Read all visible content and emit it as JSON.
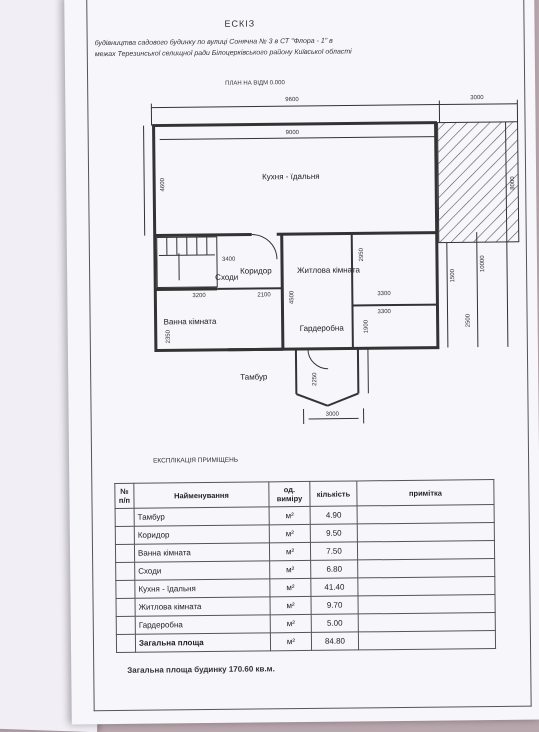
{
  "document": {
    "title": "ЕСКІЗ",
    "header_line1": "будівництва садового будинку по вулиці Сонячна  № 3  в  СТ \"Флора - 1\" в",
    "header_line2": "межах Терезинської селищної ради Білоцерківського району   Київської області",
    "plan_title": "ПЛАН НА ВІДМ   0.000"
  },
  "plan": {
    "rooms": {
      "kitchen": "Кухня - їдальня",
      "corridor": "Коридор",
      "stairs": "Сходи",
      "living": "Житлова кімната",
      "bath": "Ванна кімната",
      "wardrobe": "Гардеробна",
      "vestibule": "Тамбур"
    },
    "dims": {
      "d9600": "9600",
      "d3000top": "3000",
      "d9000": "9000",
      "d4600": "4600",
      "d3400": "3400",
      "d2950": "2950",
      "d3200": "3200",
      "d2100": "2100",
      "d4500": "4500",
      "d3300a": "3300",
      "d3300b": "3300",
      "d2350": "2350",
      "d1900": "1900",
      "d2250": "2250",
      "d3000bottom": "3000",
      "d8000": "8000",
      "d10000": "10000",
      "d1500": "1500",
      "d2500": "2500"
    }
  },
  "explication": {
    "title": "ЕКСПЛІКАЦІЯ  ПРИМІЩЕНЬ",
    "headers": {
      "no": "№ п/п",
      "name": "Найменування",
      "unit": "од. виміру",
      "qty": "кількість",
      "note": "примітка"
    },
    "rows": [
      {
        "name": "Тамбур",
        "unit": "м²",
        "qty": "4.90"
      },
      {
        "name": "Коридор",
        "unit": "м²",
        "qty": "9.50"
      },
      {
        "name": "Ванна  кімната",
        "unit": "м²",
        "qty": "7.50"
      },
      {
        "name": "Сходи",
        "unit": "м²",
        "qty": "6.80"
      },
      {
        "name": "Кухня - їдальня",
        "unit": "м²",
        "qty": "41.40"
      },
      {
        "name": "Житлова кімната",
        "unit": "м²",
        "qty": "9.70"
      },
      {
        "name": "Гардеробна",
        "unit": "м²",
        "qty": "5.00"
      }
    ],
    "total_row": {
      "name": "Загальна  площа",
      "unit": "м²",
      "qty": "84.80"
    },
    "footer": "Загальна  площа будинку 170.60 кв.м."
  }
}
